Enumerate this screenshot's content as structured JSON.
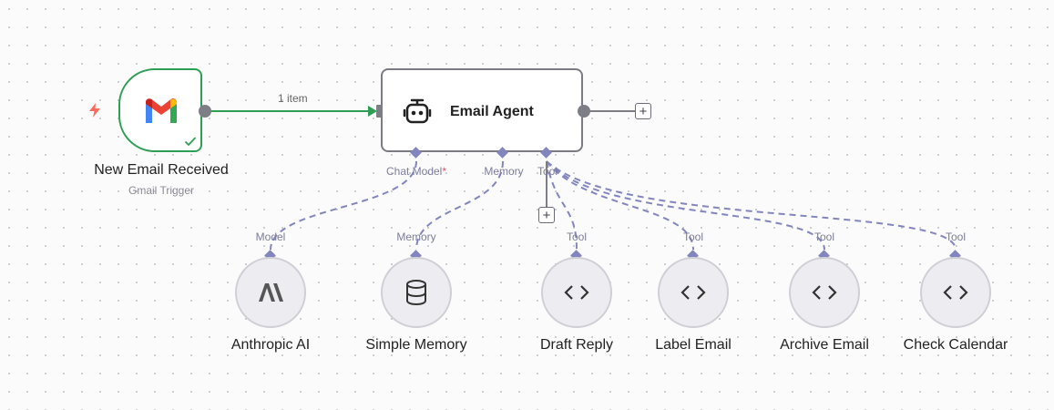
{
  "trigger": {
    "title": "New Email Received",
    "subtitle": "Gmail Trigger",
    "icon": "gmail-icon"
  },
  "connection": {
    "label": "1 item",
    "color": "#2f9e55"
  },
  "agent": {
    "title": "Email Agent",
    "icon": "robot-icon"
  },
  "agent_ports": {
    "chat_model": "Chat Model",
    "chat_model_required": "*",
    "memory": "Memory",
    "tool": "Tool"
  },
  "sub_nodes": [
    {
      "title": "Anthropic AI",
      "port": "Model",
      "icon": "anthropic-icon"
    },
    {
      "title": "Simple Memory",
      "port": "Memory",
      "icon": "database-icon"
    },
    {
      "title": "Draft Reply",
      "port": "Tool",
      "icon": "code-icon"
    },
    {
      "title": "Label Email",
      "port": "Tool",
      "icon": "code-icon"
    },
    {
      "title": "Archive Email",
      "port": "Tool",
      "icon": "code-icon"
    },
    {
      "title": "Check Calendar",
      "port": "Tool",
      "icon": "code-icon"
    }
  ],
  "plus_label": "+",
  "colors": {
    "trigger_border": "#2f9e55",
    "bolt": "#ff6b5a",
    "edge_dashed": "#8385bf",
    "node_border": "#7b7b84",
    "required": "#e0566b"
  }
}
